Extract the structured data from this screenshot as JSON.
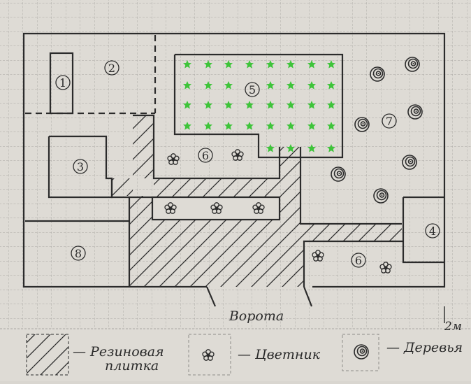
{
  "plan": {
    "zones": {
      "z1": "1",
      "z2": "2",
      "z3": "3",
      "z4": "4",
      "z5": "5",
      "z6a": "6",
      "z6b": "6",
      "z7": "7",
      "z8": "8"
    },
    "gate_label": "Ворота",
    "scale_label": "2м"
  },
  "legend": {
    "tile": {
      "dash": "—",
      "label_line1": "Резиновая",
      "label_line2": "плитка"
    },
    "flowerbed": {
      "dash": "—",
      "label": "Цветник"
    },
    "trees": {
      "dash": "—",
      "label": "Деревья"
    }
  },
  "colors": {
    "paper": "#dedbd5",
    "grid": "#a9a7a3",
    "line": "#2b2b2b",
    "star": "#3ec43a"
  },
  "icons": {
    "tile": "hatch-pattern",
    "flower": "flower-icon",
    "tree": "tree-icon",
    "star": "green-star-icon"
  }
}
